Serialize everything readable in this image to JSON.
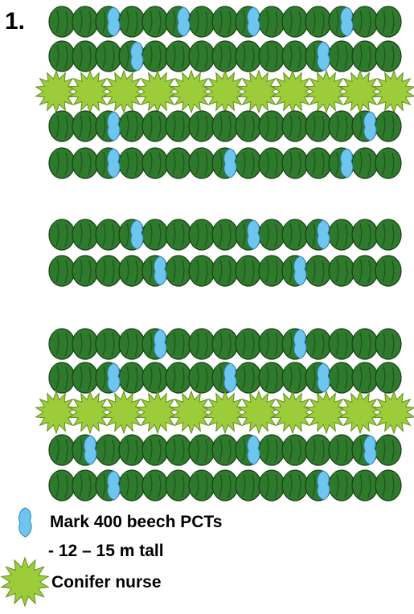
{
  "figure_number": "1.",
  "colors": {
    "beech": "#2f7a2c",
    "beech_dark": "#1d4f1b",
    "beech_outline": "#164014",
    "pct": "#6ec6ef",
    "pct_outline": "#2a7fb0",
    "conifer": "#9ccc3a",
    "conifer_outline": "#5e8f1e"
  },
  "legend": {
    "pct_label": "Mark 400 beech PCTs",
    "pct_sub_label": " - 12 – 15 m tall",
    "conifer_label": "Conifer nurse"
  },
  "blocks": [
    {
      "name": "block-1",
      "rows": [
        {
          "type": "beech",
          "pct_count": 4
        },
        {
          "type": "beech",
          "pct_count": 2
        },
        {
          "type": "conifer"
        },
        {
          "type": "beech",
          "pct_count": 2
        },
        {
          "type": "beech",
          "pct_count": 3
        }
      ]
    },
    {
      "name": "block-2",
      "rows": [
        {
          "type": "beech",
          "pct_count": 3
        },
        {
          "type": "beech",
          "pct_count": 2
        }
      ]
    },
    {
      "name": "block-3",
      "rows": [
        {
          "type": "beech",
          "pct_count": 2
        },
        {
          "type": "beech",
          "pct_count": 3
        },
        {
          "type": "conifer"
        },
        {
          "type": "beech",
          "pct_count": 3
        },
        {
          "type": "beech",
          "pct_count": 2
        }
      ]
    }
  ]
}
